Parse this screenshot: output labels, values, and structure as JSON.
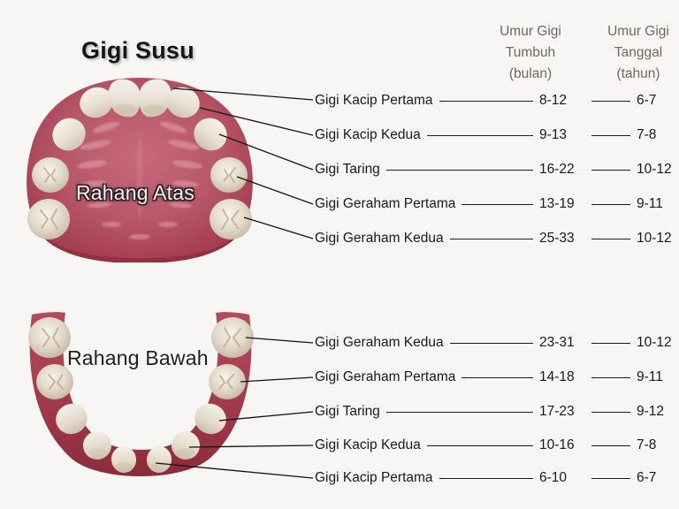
{
  "title": "Gigi Susu",
  "jaws": {
    "upper_label": "Rahang Atas",
    "lower_label": "Rahang Bawah"
  },
  "columns": {
    "grow": "Umur Gigi\nTumbuh\n(bulan)",
    "grow_line1": "Umur Gigi",
    "grow_line2": "Tumbuh",
    "grow_line3": "(bulan)",
    "shed_line1": "Umur Gigi",
    "shed_line2": "Tanggal",
    "shed_line3": "(tahun)"
  },
  "upper_rows": [
    {
      "name": "Gigi Kacip Pertama",
      "grow": "8-12",
      "shed": "6-7"
    },
    {
      "name": "Gigi Kacip Kedua",
      "grow": "9-13",
      "shed": "7-8"
    },
    {
      "name": "Gigi Taring",
      "grow": "16-22",
      "shed": "10-12"
    },
    {
      "name": "Gigi Geraham Pertama",
      "grow": "13-19",
      "shed": "9-11"
    },
    {
      "name": "Gigi Geraham Kedua",
      "grow": "25-33",
      "shed": "10-12"
    }
  ],
  "lower_rows": [
    {
      "name": "Gigi Geraham Kedua",
      "grow": "23-31",
      "shed": "10-12"
    },
    {
      "name": "Gigi Geraham Pertama",
      "grow": "14-18",
      "shed": "9-11"
    },
    {
      "name": "Gigi Taring",
      "grow": "17-23",
      "shed": "9-12"
    },
    {
      "name": "Gigi Kacip Kedua",
      "grow": "10-16",
      "shed": "7-8"
    },
    {
      "name": "Gigi Kacip Pertama",
      "grow": "6-10",
      "shed": "6-7"
    }
  ],
  "colors": {
    "background": "#f7f6f4",
    "gum": "#b8566a",
    "gum_dark": "#9b3344",
    "gum_deep": "#8d2b3c",
    "tooth": "#efe9e0",
    "tooth_shade": "#d6cdbf",
    "text": "#1b1a19",
    "heading": "#6e6862",
    "leader": "#15130f"
  }
}
